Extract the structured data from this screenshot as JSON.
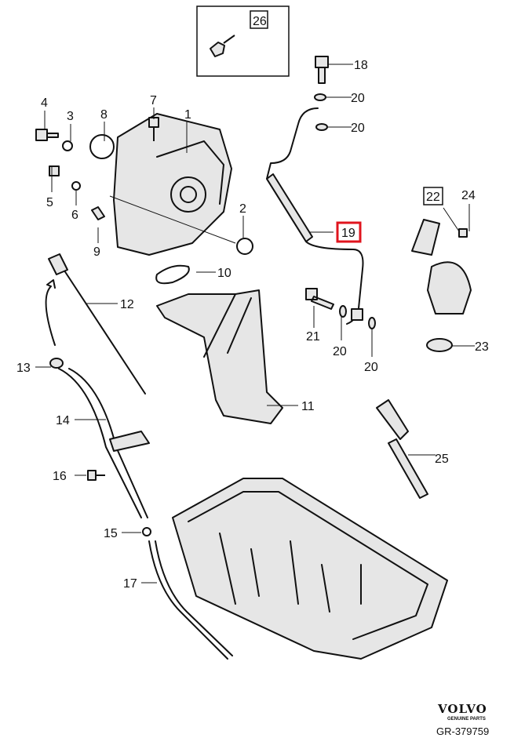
{
  "diagram": {
    "callouts": {
      "c26": "26",
      "c18": "18",
      "c20a": "20",
      "c20b": "20",
      "c1": "1",
      "c7": "7",
      "c8": "8",
      "c3": "3",
      "c4": "4",
      "c5": "5",
      "c6": "6",
      "c9": "9",
      "c2": "2",
      "c19": "19",
      "c22": "22",
      "c24": "24",
      "c10": "10",
      "c12": "12",
      "c13": "13",
      "c21": "21",
      "c20c": "20",
      "c20d": "20",
      "c23": "23",
      "c11": "11",
      "c14": "14",
      "c25": "25",
      "c16": "16",
      "c15": "15",
      "c17": "17"
    },
    "highlight_color": "#e0141e",
    "brand": {
      "logo": "VOLVO",
      "tagline": "GENUINE PARTS"
    },
    "reference": "GR-379759"
  }
}
